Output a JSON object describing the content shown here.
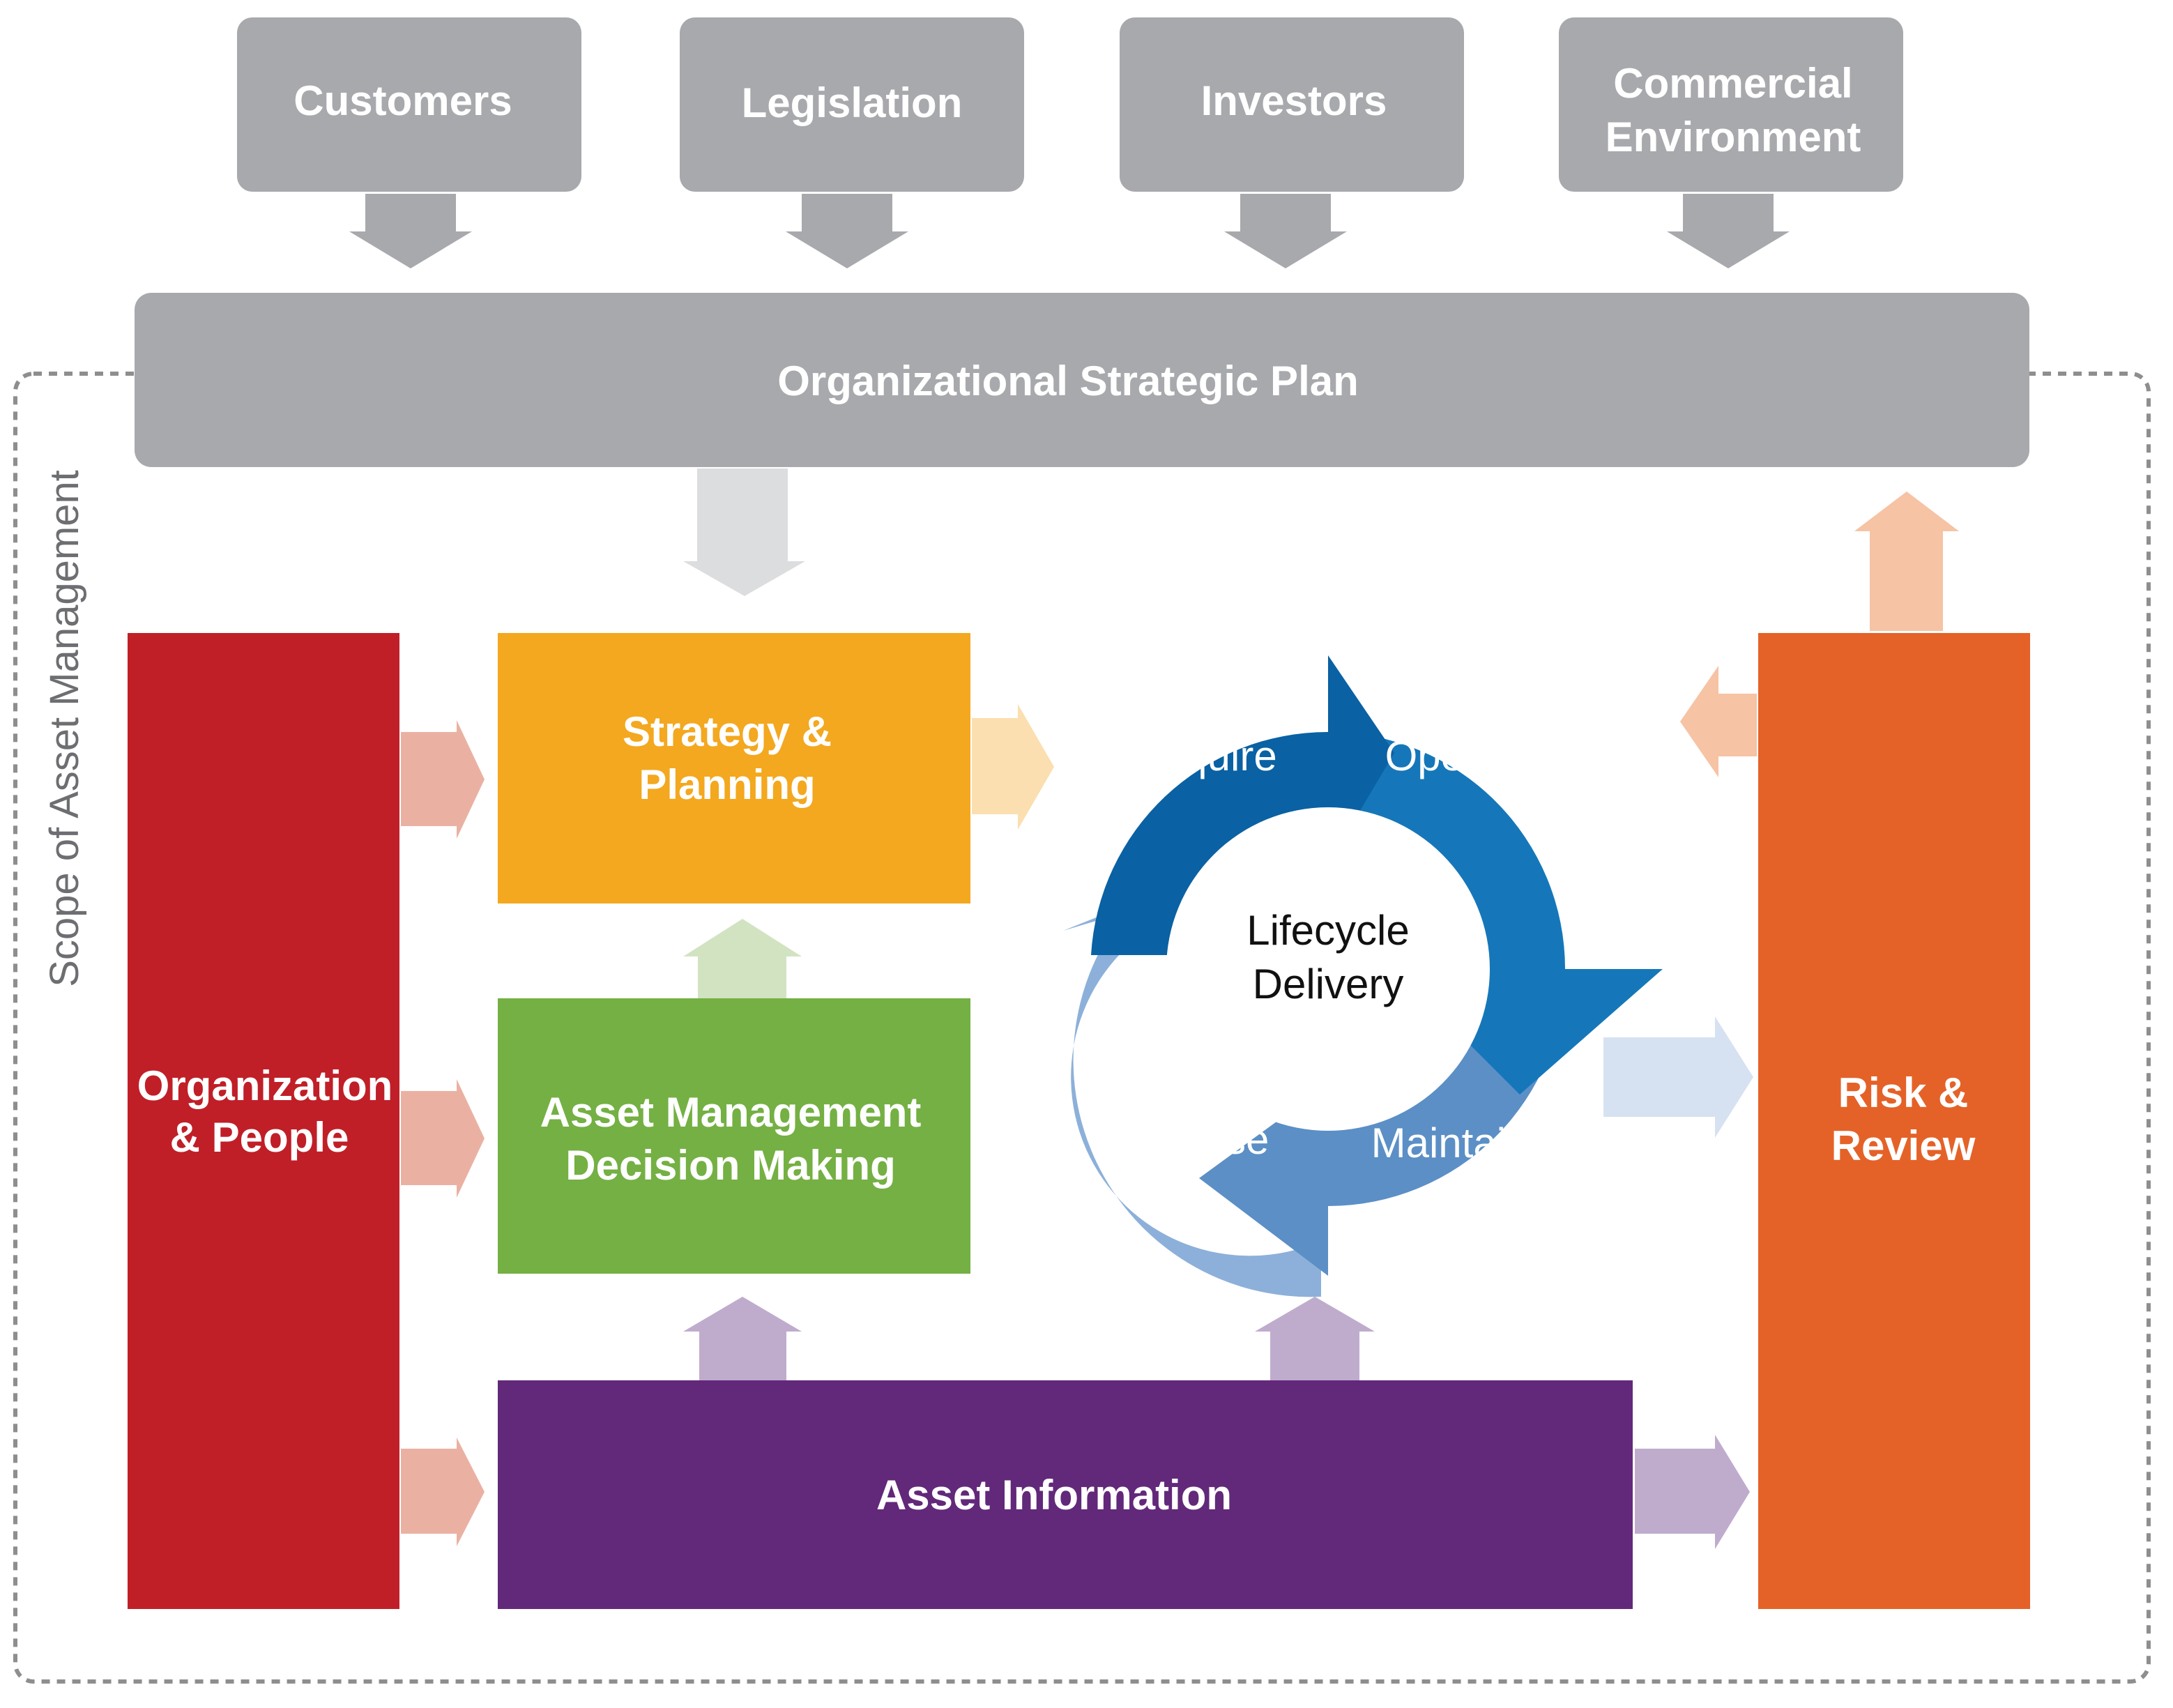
{
  "scope_label": "Scope of Asset Management",
  "stakeholders": [
    {
      "lines": [
        "Customers"
      ]
    },
    {
      "lines": [
        "Legislation"
      ]
    },
    {
      "lines": [
        "Investors"
      ]
    },
    {
      "lines": [
        "Commercial",
        "Environment"
      ]
    }
  ],
  "strategic_plan": "Organizational Strategic Plan",
  "organization_people": [
    "Organization",
    "& People"
  ],
  "strategy_planning": [
    "Strategy &",
    "Planning"
  ],
  "decision_making": [
    "Asset Management",
    "Decision Making"
  ],
  "asset_information": "Asset Information",
  "risk_review": [
    "Risk &",
    "Review"
  ],
  "lifecycle": {
    "center": [
      "Lifecycle",
      "Delivery"
    ],
    "stages": {
      "acquire": "Acquire",
      "operate": "Operate",
      "maintain": "Maintain",
      "dispose": "Dispose"
    }
  },
  "colors": {
    "stakeholder_gray": "#a7a9ac",
    "organization_red": "#c01f28",
    "strategy_yellow": "#f3a81f",
    "decision_green": "#74b043",
    "information_purple": "#62287a",
    "risk_orange": "#e46228",
    "acquire_blue": "#0a61a3",
    "operate_blue": "#1577b9",
    "maintain_blue": "#5b8fc6",
    "dispose_blue": "#8cb0d9"
  }
}
